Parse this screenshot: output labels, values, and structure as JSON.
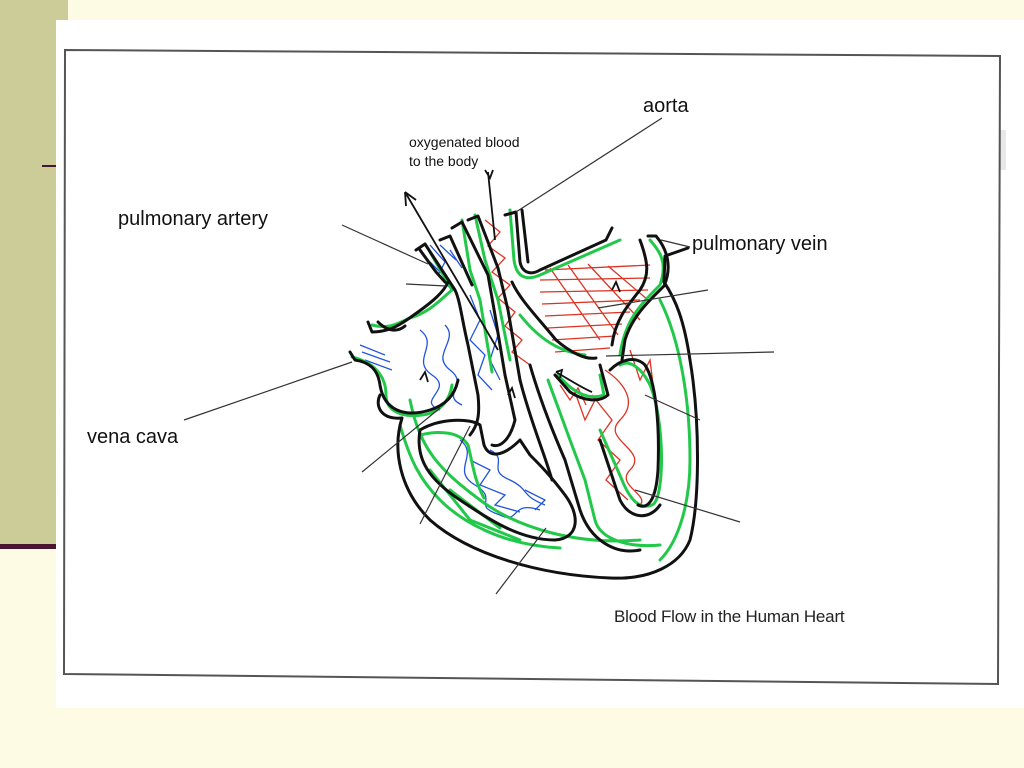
{
  "labels": {
    "aorta": "aorta",
    "oxygenated_line1": "oxygenated blood",
    "oxygenated_line2": "to the body",
    "pulmonary_artery": "pulmonary artery",
    "pulmonary_vein": "pulmonary vein",
    "vena_cava": "vena cava"
  },
  "caption": "Blood  Flow  in the Human Heart",
  "colors": {
    "slide_background": "#fdfbe3",
    "sidebar": "#cccc99",
    "accent_rule": "#4a1530",
    "outline": "#111111",
    "green": "#22c84a",
    "blue": "#2255dd",
    "red": "#dd3322"
  }
}
